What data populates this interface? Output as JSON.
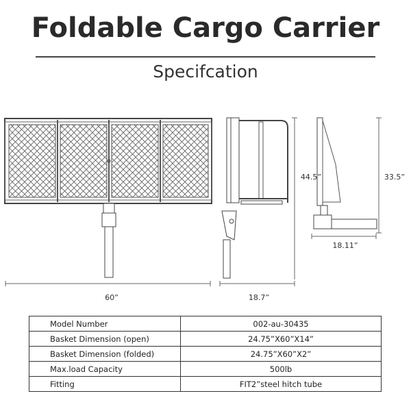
{
  "header": {
    "title": "Foldable Cargo Carrier",
    "subtitle": "Specifcation"
  },
  "dimensions": {
    "length": "60”",
    "depth": "18.7”",
    "height": "44.5”",
    "folded_depth": "18.11”",
    "folded_height": "33.5”"
  },
  "spec_table": {
    "rows": [
      {
        "label": "Model Number",
        "value": "002-au-30435"
      },
      {
        "label": "Basket Dimension (open)",
        "value": "24.75”X60”X14”"
      },
      {
        "label": "Basket Dimension (folded)",
        "value": "24.75”X60”X2”"
      },
      {
        "label": "Max.load Capacity",
        "value": "500lb"
      },
      {
        "label": "Fitting",
        "value": "FIT2”steel hitch tube"
      }
    ]
  }
}
